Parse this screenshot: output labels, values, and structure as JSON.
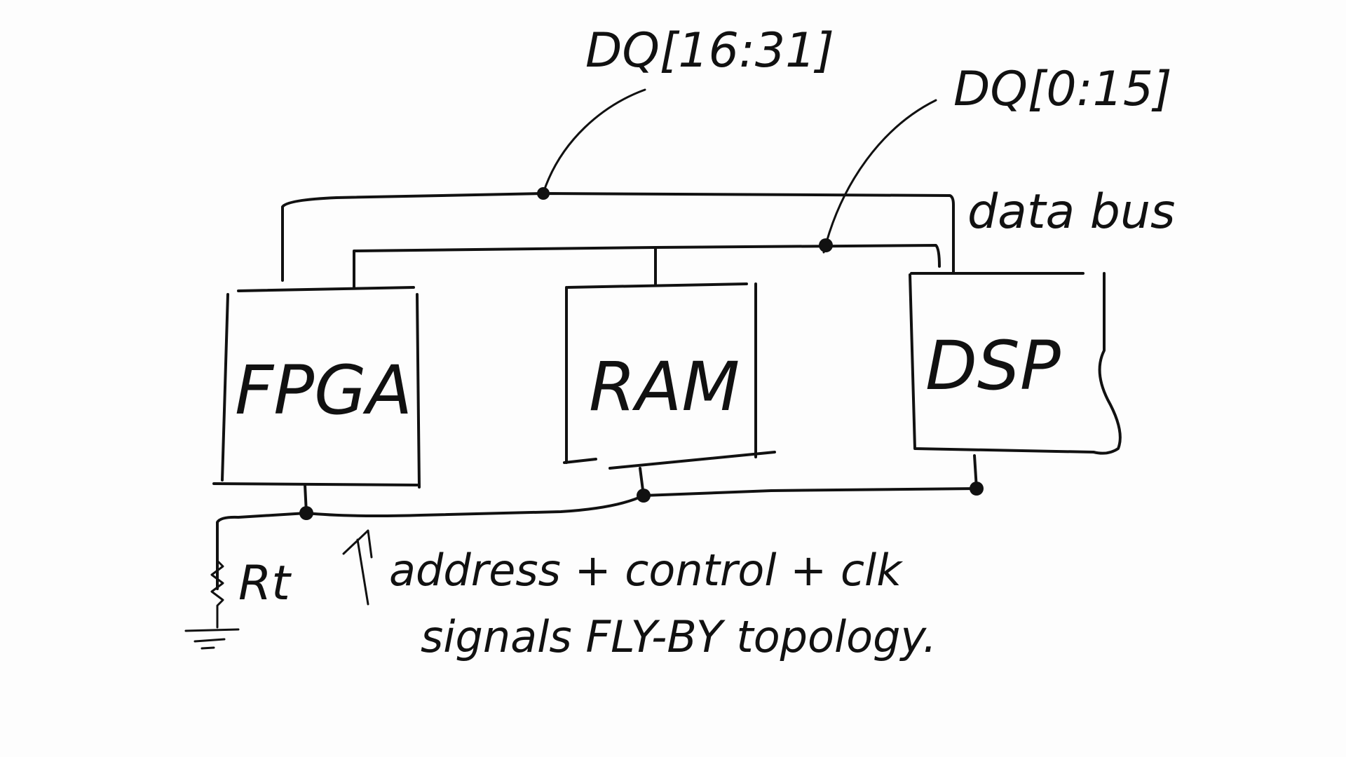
{
  "diagram": {
    "title": "FLY-BY topology",
    "components": [
      {
        "id": "fpga",
        "label": "FPGA"
      },
      {
        "id": "ram",
        "label": "RAM"
      },
      {
        "id": "dsp",
        "label": "DSP"
      }
    ],
    "bus_labels": {
      "dq_high": "DQ[16:31]",
      "dq_low": "DQ[0:15]",
      "data_bus": "data bus"
    },
    "termination": {
      "label": "Rt"
    },
    "annotation": {
      "line1": "address + control + clk",
      "line2": "signals FLY-BY topology."
    },
    "connections": [
      {
        "from": "fpga",
        "to": "dsp",
        "net": "DQ[16:31]"
      },
      {
        "from": "fpga",
        "to": "ram",
        "net": "DQ[0:15]"
      },
      {
        "from": "ram",
        "to": "dsp",
        "net": "DQ[0:15]"
      },
      {
        "from": "fpga",
        "to": "ram",
        "net": "address + control + clk"
      },
      {
        "from": "ram",
        "to": "dsp",
        "net": "address + control + clk"
      },
      {
        "from": "fpga",
        "to": "Rt",
        "net": "termination"
      }
    ]
  }
}
